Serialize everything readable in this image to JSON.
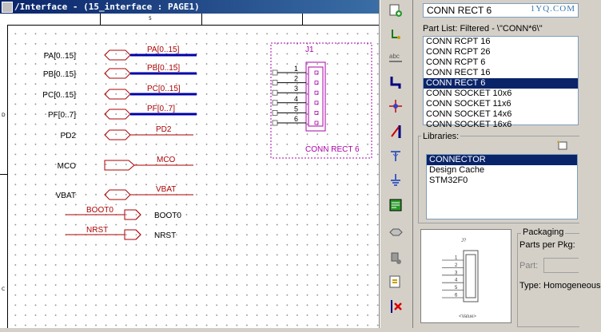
{
  "window": {
    "title": "/Interface - (15_interface : PAGE1)"
  },
  "ruler": {
    "top_label": "5",
    "left_label_1": "D",
    "left_label_2": "C"
  },
  "schematic": {
    "ports": [
      {
        "name": "PA[0..15]",
        "net": "PA[0..15]"
      },
      {
        "name": "PB[0..15]",
        "net": "PB[0..15]"
      },
      {
        "name": "PC[0..15]",
        "net": "PC[0..15]"
      },
      {
        "name": "PF[0..7]",
        "net": "PF[0..7]"
      },
      {
        "name": "PD2",
        "net": "PD2"
      },
      {
        "name": "MCO",
        "net": "MCO"
      },
      {
        "name": "VBAT",
        "net": "VBAT"
      }
    ],
    "offpage": [
      {
        "net": "BOOT0",
        "name": "BOOT0"
      },
      {
        "net": "NRST",
        "name": "NRST"
      }
    ],
    "connector": {
      "ref": "J1",
      "value": "CONN RECT 6",
      "pins": [
        "1",
        "2",
        "3",
        "4",
        "5",
        "6"
      ]
    }
  },
  "colors": {
    "bus": "#0000aa",
    "wire": "#aa0000",
    "net_label": "#aa0000",
    "part": "#aa00aa",
    "selection": "#0a246a"
  },
  "toolbar": {
    "tools": [
      "place-part-icon",
      "place-wire-icon",
      "place-net-alias-icon",
      "place-bus-icon",
      "place-junction-icon",
      "place-bus-entry-icon",
      "place-power-icon",
      "place-ground-icon",
      "place-hierarchical-block-icon",
      "place-port-icon",
      "place-pin-icon",
      "place-offpage-icon",
      "place-no-connect-icon"
    ]
  },
  "part_panel": {
    "part_name": "CONN RECT 6",
    "watermark": "1YQ.COM",
    "part_list_label": "Part List: Filtered - \\\"CONN*6\\\"",
    "parts": [
      "CONN RCPT 16",
      "CONN RCPT 26",
      "CONN RCPT 6",
      "CONN RECT 16",
      "CONN RECT 6",
      "CONN SOCKET 10x6",
      "CONN SOCKET 11x6",
      "CONN SOCKET 14x6",
      "CONN SOCKET 16x6"
    ],
    "selected_part": "CONN RECT 6",
    "libraries_label": "Libraries:",
    "libraries": [
      "CONNECTOR",
      "Design Cache",
      "STM32F0"
    ],
    "selected_library": "CONNECTOR",
    "preview": {
      "ref": "J?",
      "value": "<Value>",
      "pins": [
        "1",
        "2",
        "3",
        "4",
        "5",
        "6"
      ]
    },
    "packaging_label": "Packaging",
    "parts_per_pkg_label": "Parts per Pkg:",
    "part_field_label": "Part:",
    "type_label": "Type: Homogeneous"
  }
}
